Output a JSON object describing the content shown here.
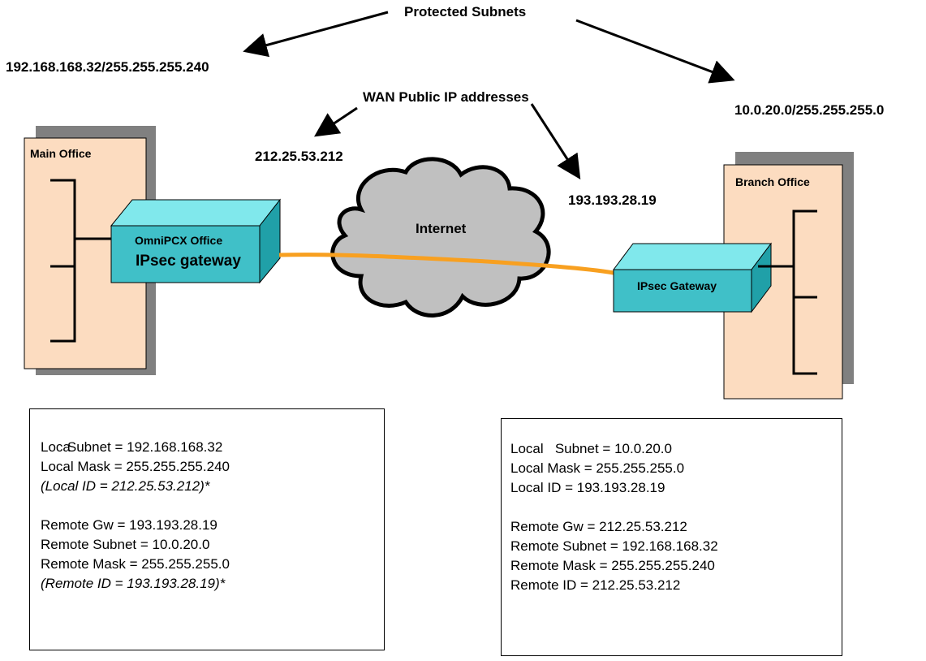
{
  "labels": {
    "protected_subnets": "Protected  Subnets",
    "main_subnet": "192.168.168.32/255.255.255.240",
    "branch_subnet": "10.0.20.0/255.255.255.0",
    "wan_public": "WAN Public IP addresses",
    "main_wan_ip": "212.25.53.212",
    "branch_wan_ip": "193.193.28.19",
    "internet": "Internet"
  },
  "main_office": {
    "title": "Main Office",
    "gateway_line1": "OmniPCX Office",
    "gateway_line2": "IPsec gateway"
  },
  "branch_office": {
    "title": "Branch Office",
    "gateway": "IPsec Gateway"
  },
  "left_config": {
    "local_subnet_a": "Loca",
    "local_subnet_b": "Subnet = 192.168.168.32",
    "local_mask": "Local Mask = 255.255.255.240",
    "local_id": "(Local ID = 212.25.53.212)*",
    "remote_gw_a": "Remote",
    "remote_gw_b": "Gw = 193.193.28.19",
    "remote_subnet_a": "Remote",
    "remote_subnet_b": "Subnet = 10.0.20.0",
    "remote_mask": "Remote Mask = 255.255.255.0",
    "remote_id": "(Remote ID = 193.193.28.19)*"
  },
  "right_config": {
    "local_subnet_a": "Local",
    "local_subnet_b": "Subnet = 10.0.20.0",
    "local_mask": "Local Mask = 255.255.255.0",
    "local_id": "Local ID = 193.193.28.19",
    "remote_gw_a": "Remote",
    "remote_gw_b": "Gw = 212.25.53.212",
    "remote_subnet": "Remote Subnet = 192.168.168.32",
    "remote_mask": "Remote Mask = 255.255.255.240",
    "remote_id": "Remote ID = 212.25.53.212"
  },
  "colors": {
    "office_fill": "#fcdcc0",
    "shadow": "#808080",
    "gateway_front": "#40c0c8",
    "gateway_top": "#80e8ec",
    "gateway_side": "#20a0a8",
    "cloud": "#c0c0c0",
    "tunnel": "#f8a020"
  }
}
